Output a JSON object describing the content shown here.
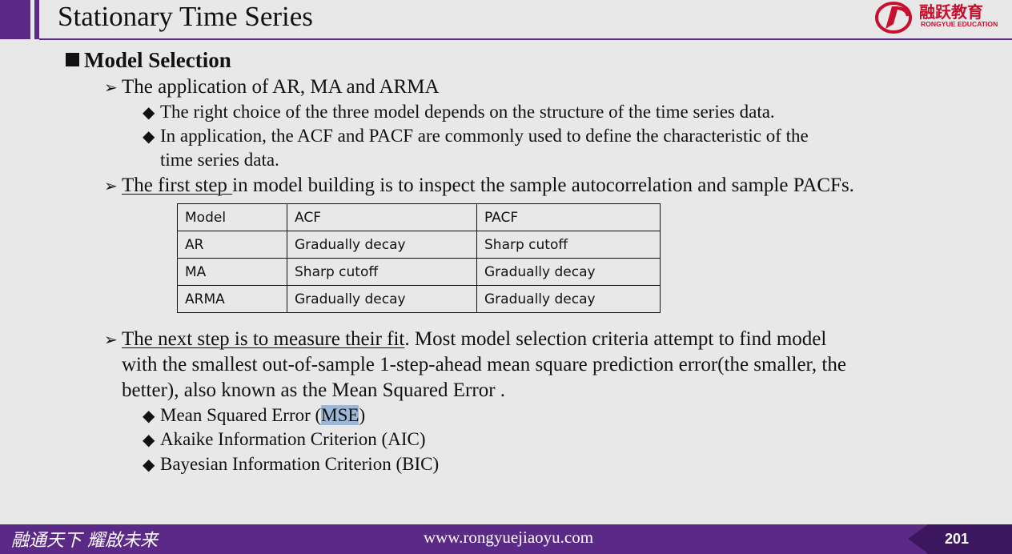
{
  "header": {
    "title": "Stationary Time Series",
    "logo_cn": "融跃教育",
    "logo_en": "RONGYUE EDUCATION"
  },
  "content": {
    "heading": "Model Selection",
    "b1": "The application of AR, MA and ARMA",
    "b1_sub1": "The right choice of the three model depends on the structure of the time series data.",
    "b1_sub2_line1": "In application, the ACF and PACF are commonly used to define the characteristic of the",
    "b1_sub2_line2": "time series data.",
    "b2_underlined": "The first step ",
    "b2_rest": "in model building is to inspect the sample autocorrelation and sample PACFs.",
    "table": {
      "header": [
        "Model",
        "ACF",
        "PACF"
      ],
      "rows": [
        [
          "AR",
          "Gradually decay",
          "Sharp cutoff"
        ],
        [
          "MA",
          "Sharp cutoff",
          "Gradually decay"
        ],
        [
          "ARMA",
          "Gradually decay",
          "Gradually decay"
        ]
      ]
    },
    "b3_underlined": "The next step is to measure their fit",
    "b3_rest_line1": ". Most model selection criteria attempt to find model",
    "b3_line2": "with the smallest out-of-sample 1-step-ahead mean square prediction error(the smaller, the",
    "b3_line3": "better), also known as the Mean Squared Error .",
    "criteria": [
      {
        "pre": "Mean Squared Error (",
        "hl": "MSE",
        "post": ")"
      },
      {
        "pre": "Akaike Information Criterion (AIC)",
        "hl": "",
        "post": ""
      },
      {
        "pre": "Bayesian Information Criterion (BIC)",
        "hl": "",
        "post": ""
      }
    ]
  },
  "footer": {
    "slogan": "融通天下 耀啟未来",
    "url": "www.rongyuejiaoyu.com",
    "page_number": "201"
  },
  "colors": {
    "brand_purple": "#5b2a86",
    "logo_red": "#c8102e",
    "highlight": "#9db7d6"
  }
}
